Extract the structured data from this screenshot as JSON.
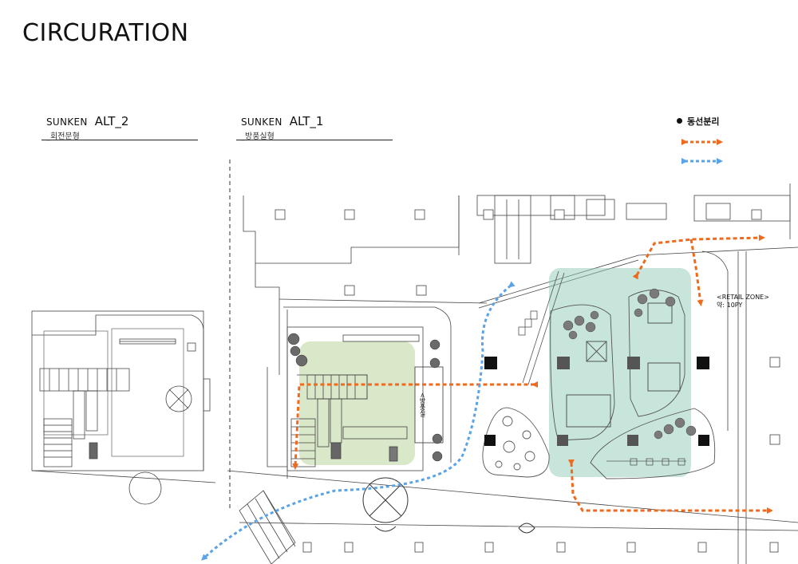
{
  "title": "CIRCURATION",
  "alt2": {
    "prefix": "SUNKEN",
    "name": "ALT_2",
    "sub": "_회전문형"
  },
  "alt1": {
    "prefix": "SUNKEN",
    "name": "ALT_1",
    "sub": "_방풍실형"
  },
  "legend": {
    "title": "동선분리",
    "orange_color": "#ee6a1f",
    "blue_color": "#5aa3e6"
  },
  "labels": {
    "retail_zone": "<RETAIL ZONE>",
    "retail_area": "약: 10PY",
    "windbreak_room": "<방풍실"
  },
  "colors": {
    "teal_zone": "#8fcbb8",
    "green_zone": "#b9d69a",
    "column": "#555555"
  }
}
